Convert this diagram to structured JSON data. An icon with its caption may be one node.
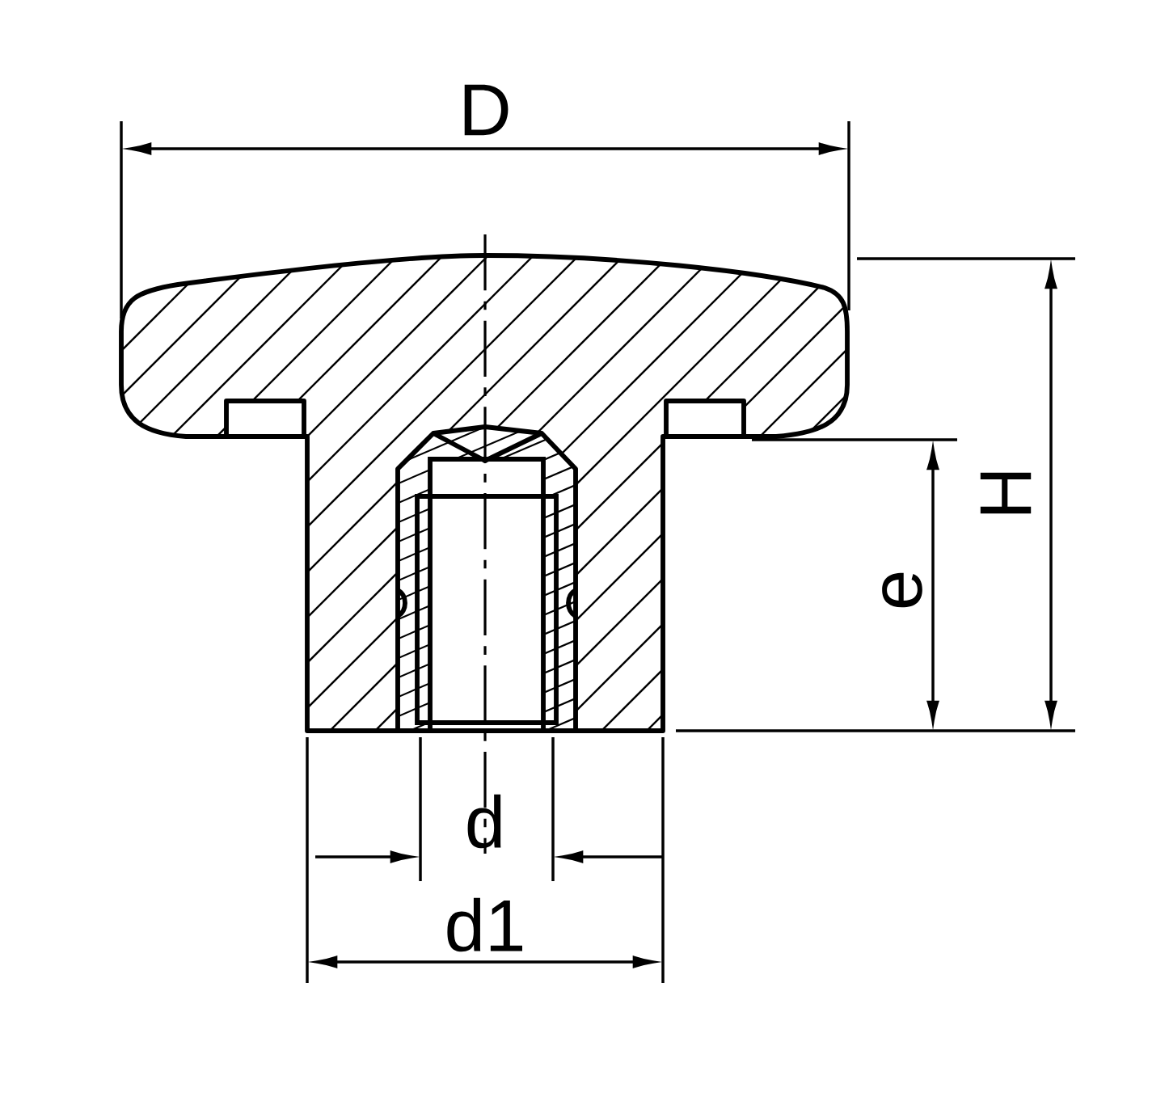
{
  "diagram": {
    "labels": [
      "D",
      "H",
      "e",
      "d",
      "d1"
    ]
  }
}
